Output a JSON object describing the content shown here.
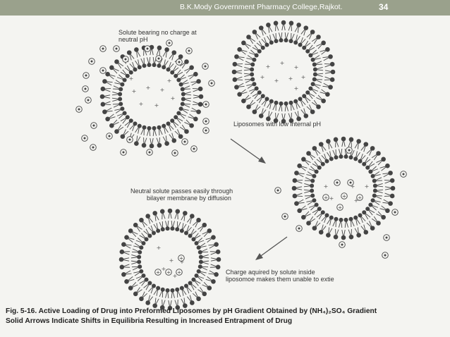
{
  "header": {
    "college": "B.K.Mody Government Pharmacy College,Rajkot.",
    "slide_number": "34"
  },
  "labels": {
    "solute_line1": "Solute bearing no charge at",
    "solute_line2": "neutral pH",
    "liposome_low_ph": "Liposomes with low internal pH",
    "neutral_line1": "Neutral solute passes easily through",
    "neutral_line2": "bilayer membrane by diffusion",
    "charge_line1": "Charge aquired by solute inside",
    "charge_line2": "liposomoe makes them unable to extie"
  },
  "caption": {
    "line1": "Fig. 5-16. Active Loading of Drug into Preformed Liposomes by pH Gradient Obtained by (NH₄)₂SO₄ Gradient",
    "line2": "Solid Arrows Indicate Shifts in Equilibria Resulting in Increased Entrapment of Drug"
  },
  "colors": {
    "header_bar": "#9aa18c",
    "ink": "#444444"
  }
}
